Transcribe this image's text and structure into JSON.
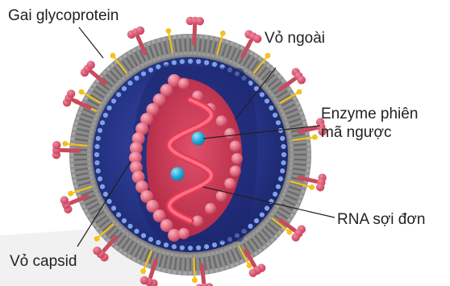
{
  "labels": {
    "glycoprotein_spike": "Gai glycoprotein",
    "outer_envelope": "Vỏ ngoài",
    "reverse_transcriptase_line1": "Enzyme phiên",
    "reverse_transcriptase_line2": "mã ngược",
    "single_strand_rna": "RNA sợi đơn",
    "capsid": "Vỏ capsid"
  },
  "colors": {
    "envelope_gray": "#8a8a8a",
    "membrane_head": "#a3a3a3",
    "spike_red": "#d44560",
    "spike_stalk": "#c84a5e",
    "stud_yellow": "#f4c21a",
    "capsid_blue": "#2c3a8f",
    "capsid_bead": "#7fa2e6",
    "core_red": "#d6405a",
    "core_ball": "#e27185",
    "rna_red": "#e23a53",
    "enzyme_blue": "#21a6d4"
  }
}
